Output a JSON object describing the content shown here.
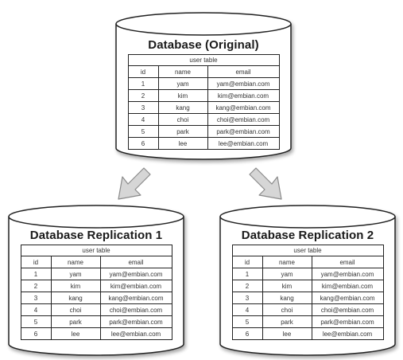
{
  "databases": [
    {
      "title": "Database (Original)",
      "table": {
        "caption": "user table",
        "headers": [
          "id",
          "name",
          "email"
        ],
        "rows": [
          [
            "1",
            "yam",
            "yam@embian.com"
          ],
          [
            "2",
            "kim",
            "kim@embian.com"
          ],
          [
            "3",
            "kang",
            "kang@embian.com"
          ],
          [
            "4",
            "choi",
            "choi@embian.com"
          ],
          [
            "5",
            "park",
            "park@embian.com"
          ],
          [
            "6",
            "lee",
            "lee@embian.com"
          ]
        ]
      }
    },
    {
      "title": "Database Replication 1",
      "table": {
        "caption": "user table",
        "headers": [
          "id",
          "name",
          "email"
        ],
        "rows": [
          [
            "1",
            "yam",
            "yam@embian.com"
          ],
          [
            "2",
            "kim",
            "kim@embian.com"
          ],
          [
            "3",
            "kang",
            "kang@embian.com"
          ],
          [
            "4",
            "choi",
            "choi@embian.com"
          ],
          [
            "5",
            "park",
            "park@embian.com"
          ],
          [
            "6",
            "lee",
            "lee@embian.com"
          ]
        ]
      }
    },
    {
      "title": "Database Replication 2",
      "table": {
        "caption": "user table",
        "headers": [
          "id",
          "name",
          "email"
        ],
        "rows": [
          [
            "1",
            "yam",
            "yam@embian.com"
          ],
          [
            "2",
            "kim",
            "kim@embian.com"
          ],
          [
            "3",
            "kang",
            "kang@embian.com"
          ],
          [
            "4",
            "choi",
            "choi@embian.com"
          ],
          [
            "5",
            "park",
            "park@embian.com"
          ],
          [
            "6",
            "lee",
            "lee@embian.com"
          ]
        ]
      }
    }
  ],
  "colors": {
    "cylinder_stroke": "#222222",
    "cylinder_fill": "#ffffff",
    "arrow_fill": "#d6d6d6",
    "arrow_stroke": "#8a8a8a"
  }
}
